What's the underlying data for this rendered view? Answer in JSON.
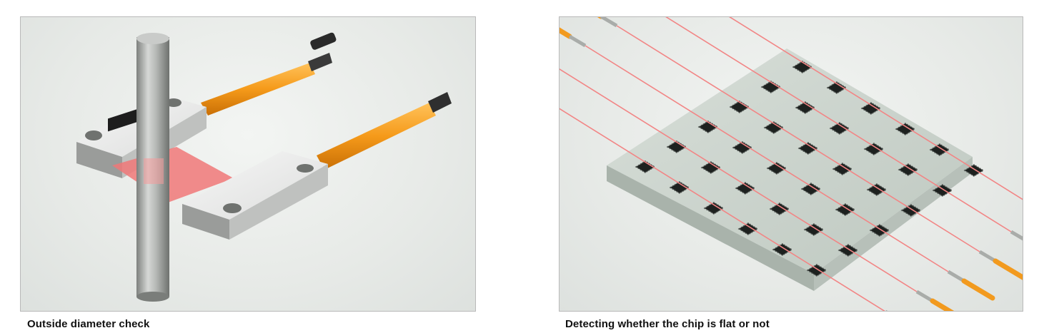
{
  "figures": [
    {
      "caption": "Outside diameter check",
      "illustration": "laser-micrometer-rod-measurement"
    },
    {
      "caption": "Detecting whether the chip is flat or not",
      "illustration": "chip-flatness-laser-array"
    }
  ],
  "colors": {
    "background": "#ffffff",
    "panel_border": "#b9b9b9",
    "sensor_orange": "#f29a1e",
    "laser_red": "#f07878",
    "metal_gray": "#a9aca9",
    "plate_green": "#cbd3cd",
    "chip_black": "#1d211f"
  }
}
